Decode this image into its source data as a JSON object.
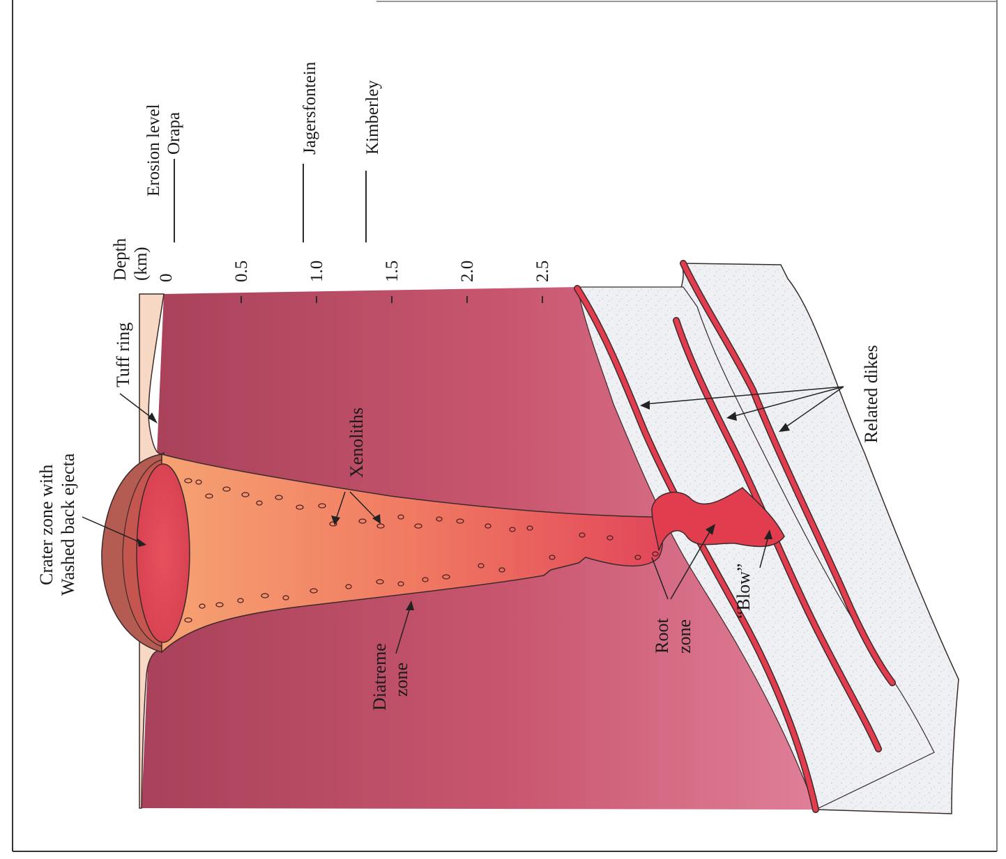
{
  "depth_scale": {
    "title_line1": "Depth",
    "title_line2": "(km)",
    "ticks": [
      "0",
      "0.5",
      "1.0",
      "1.5",
      "2.0",
      "2.5"
    ]
  },
  "erosion": {
    "heading": "Erosion level",
    "levels": [
      "Orapa",
      "Jagersfontein",
      "Kimberley"
    ]
  },
  "labels": {
    "crater_line1": "Crater zone with",
    "crater_line2": "Washed back ejecta",
    "tuff_ring": "Tuff ring",
    "xenoliths": "Xenoliths",
    "diatreme_line1": "Diatreme",
    "diatreme_line2": "zone",
    "root_line1": "Root",
    "root_line2": "zone",
    "blow": "“Blow”",
    "related_dikes": "Related dikes"
  },
  "colors": {
    "country_rock_top": "#a8415a",
    "country_rock_bottom": "#e07f98",
    "diatreme_light": "#f4a071",
    "diatreme_dark": "#e2475a",
    "dike_red": "#e23d4f",
    "slab_fill": "#eef0f4",
    "tuff_fill": "#f7d8c4"
  }
}
